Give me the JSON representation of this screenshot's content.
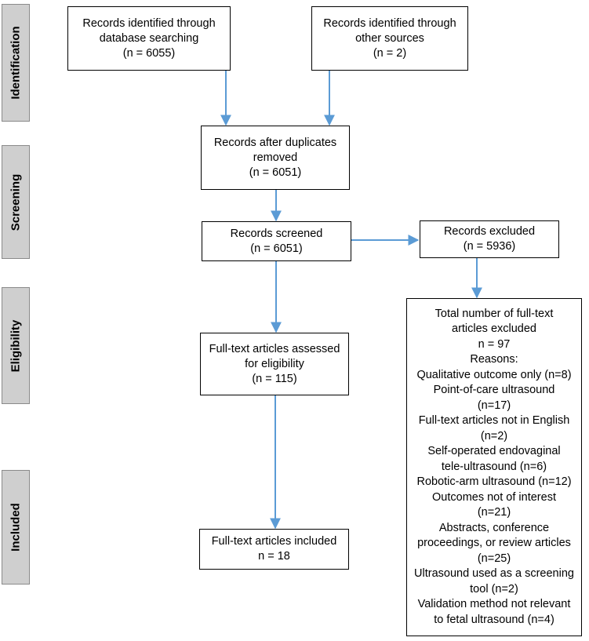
{
  "phases": {
    "identification": "Identification",
    "screening": "Screening",
    "eligibility": "Eligibility",
    "included": "Included"
  },
  "boxes": {
    "db_search": [
      "Records identified through",
      "database searching",
      "(n = 6055)"
    ],
    "other_sources": [
      "Records identified through",
      "other sources",
      "(n = 2)"
    ],
    "after_duplicates": [
      "Records after duplicates",
      "removed",
      "(n = 6051)"
    ],
    "screened": [
      "Records screened",
      "(n = 6051)"
    ],
    "excluded": [
      "Records excluded",
      "(n = 5936)"
    ],
    "full_text_assessed": [
      "Full-text articles assessed",
      "for eligibility",
      "(n = 115)"
    ],
    "included": [
      "Full-text articles included",
      "n = 18"
    ],
    "full_text_excluded": [
      "Total number of full-text",
      "articles excluded",
      "n = 97",
      "Reasons:",
      "Qualitative outcome only (n=8)",
      "Point-of-care ultrasound",
      "(n=17)",
      "Full-text articles not in English",
      "(n=2)",
      "Self-operated endovaginal",
      "tele-ultrasound (n=6)",
      "Robotic-arm ultrasound (n=12)",
      "Outcomes not of interest",
      "(n=21)",
      "Abstracts, conference",
      "proceedings, or review articles",
      "(n=25)",
      "Ultrasound used as a screening",
      "tool (n=2)",
      "Validation method not relevant",
      "to fetal ultrasound (n=4)"
    ]
  },
  "colors": {
    "arrow": "#5b9bd5",
    "phase_fill": "#cfcfcf",
    "phase_border": "#8a8a8a"
  }
}
